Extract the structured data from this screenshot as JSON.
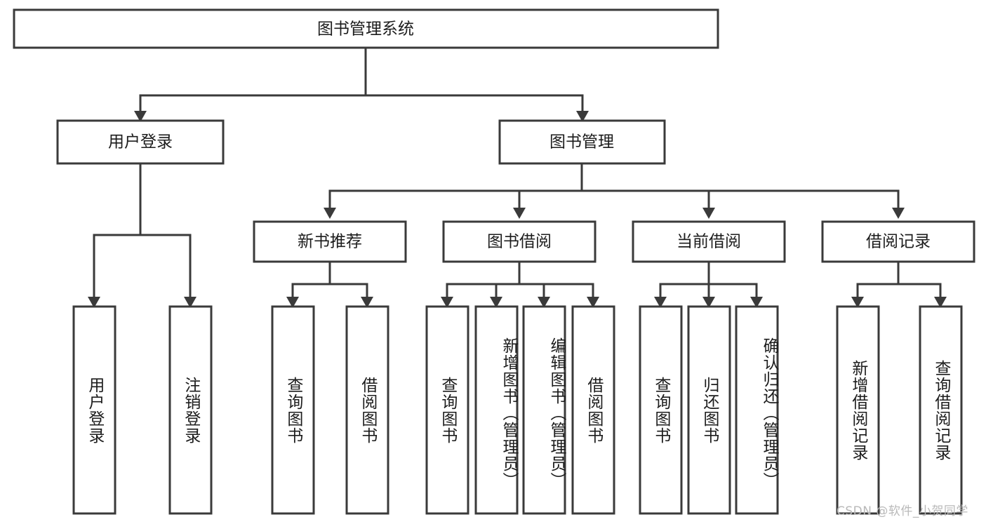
{
  "diagram": {
    "type": "tree-diagram",
    "title_node": {
      "id": "root",
      "label": "图书管理系统"
    },
    "level2": [
      {
        "id": "login",
        "label": "用户登录"
      },
      {
        "id": "bookmgmt",
        "label": "图书管理"
      }
    ],
    "level3": [
      {
        "id": "newrec",
        "label": "新书推荐",
        "parent": "bookmgmt"
      },
      {
        "id": "borrow",
        "label": "图书借阅",
        "parent": "bookmgmt"
      },
      {
        "id": "current",
        "label": "当前借阅",
        "parent": "bookmgmt"
      },
      {
        "id": "records",
        "label": "借阅记录",
        "parent": "bookmgmt"
      }
    ],
    "leaves": [
      {
        "id": "l1",
        "label": "用户登录",
        "parent": "login"
      },
      {
        "id": "l2",
        "label": "注销登录",
        "parent": "login"
      },
      {
        "id": "l3",
        "label": "查询图书",
        "parent": "newrec"
      },
      {
        "id": "l4",
        "label": "借阅图书",
        "parent": "newrec"
      },
      {
        "id": "l5",
        "label": "查询图书",
        "parent": "borrow"
      },
      {
        "id": "l6",
        "label": "新增图书（管理员）",
        "parent": "borrow"
      },
      {
        "id": "l7",
        "label": "编辑图书（管理员）",
        "parent": "borrow"
      },
      {
        "id": "l8",
        "label": "借阅图书",
        "parent": "borrow"
      },
      {
        "id": "l9",
        "label": "查询图书",
        "parent": "current"
      },
      {
        "id": "l10",
        "label": "归还图书",
        "parent": "current"
      },
      {
        "id": "l11",
        "label": "确认归还（管理员）",
        "parent": "current"
      },
      {
        "id": "l12",
        "label": "新增借阅记录",
        "parent": "records"
      },
      {
        "id": "l13",
        "label": "查询借阅记录",
        "parent": "records"
      }
    ],
    "colors": {
      "stroke": "#3a3a3a",
      "fill": "#ffffff",
      "text": "#1c1c1c",
      "watermark": "#b9b9b9"
    }
  },
  "watermark": {
    "text": "CSDN @软件_小贺同学"
  }
}
